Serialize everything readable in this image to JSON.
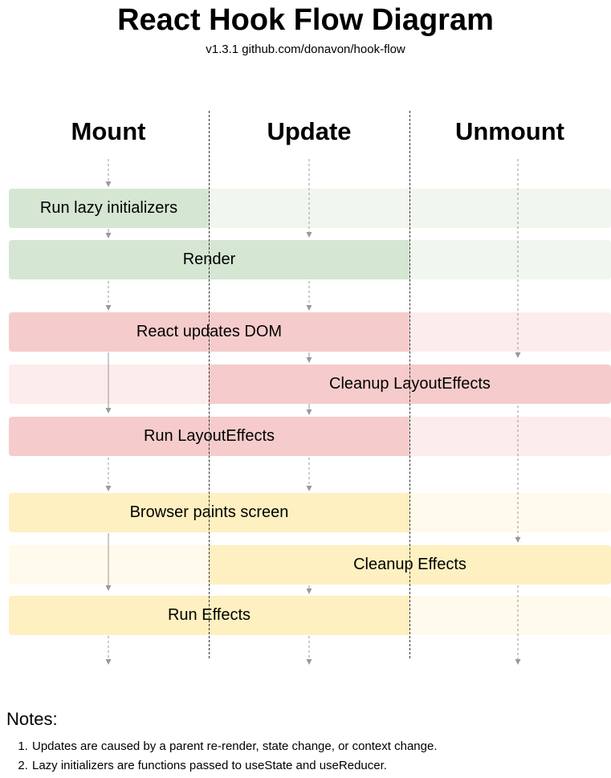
{
  "title": "React Hook Flow Diagram",
  "subtitle": "v1.3.1 github.com/donavon/hook-flow",
  "columns": [
    "Mount",
    "Update",
    "Unmount"
  ],
  "colors": {
    "green_strong": "#d5e6d3",
    "green_faint": "#f1f6ef",
    "red_strong": "#f5cccb",
    "red_faint": "#fcecec",
    "yellow_strong": "#fef0c0",
    "yellow_faint": "#fffaeb",
    "arrow": "#999999",
    "separator": "#333333"
  },
  "steps": [
    {
      "label": "Run lazy initializers",
      "color": "green",
      "active": [
        "mount"
      ]
    },
    {
      "label": "Render",
      "color": "green",
      "active": [
        "mount",
        "update"
      ]
    },
    {
      "label": "React updates DOM",
      "color": "red",
      "active": [
        "mount",
        "update"
      ]
    },
    {
      "label": "Cleanup LayoutEffects",
      "color": "red",
      "active": [
        "update",
        "unmount"
      ]
    },
    {
      "label": "Run LayoutEffects",
      "color": "red",
      "active": [
        "mount",
        "update"
      ]
    },
    {
      "label": "Browser paints screen",
      "color": "yellow",
      "active": [
        "mount",
        "update"
      ]
    },
    {
      "label": "Cleanup Effects",
      "color": "yellow",
      "active": [
        "update",
        "unmount"
      ]
    },
    {
      "label": "Run Effects",
      "color": "yellow",
      "active": [
        "mount",
        "update"
      ]
    }
  ],
  "notes": {
    "title": "Notes:",
    "items": [
      "Updates are caused by a parent re-render, state change, or context change.",
      "Lazy initializers are functions passed to useState and useReducer."
    ]
  }
}
